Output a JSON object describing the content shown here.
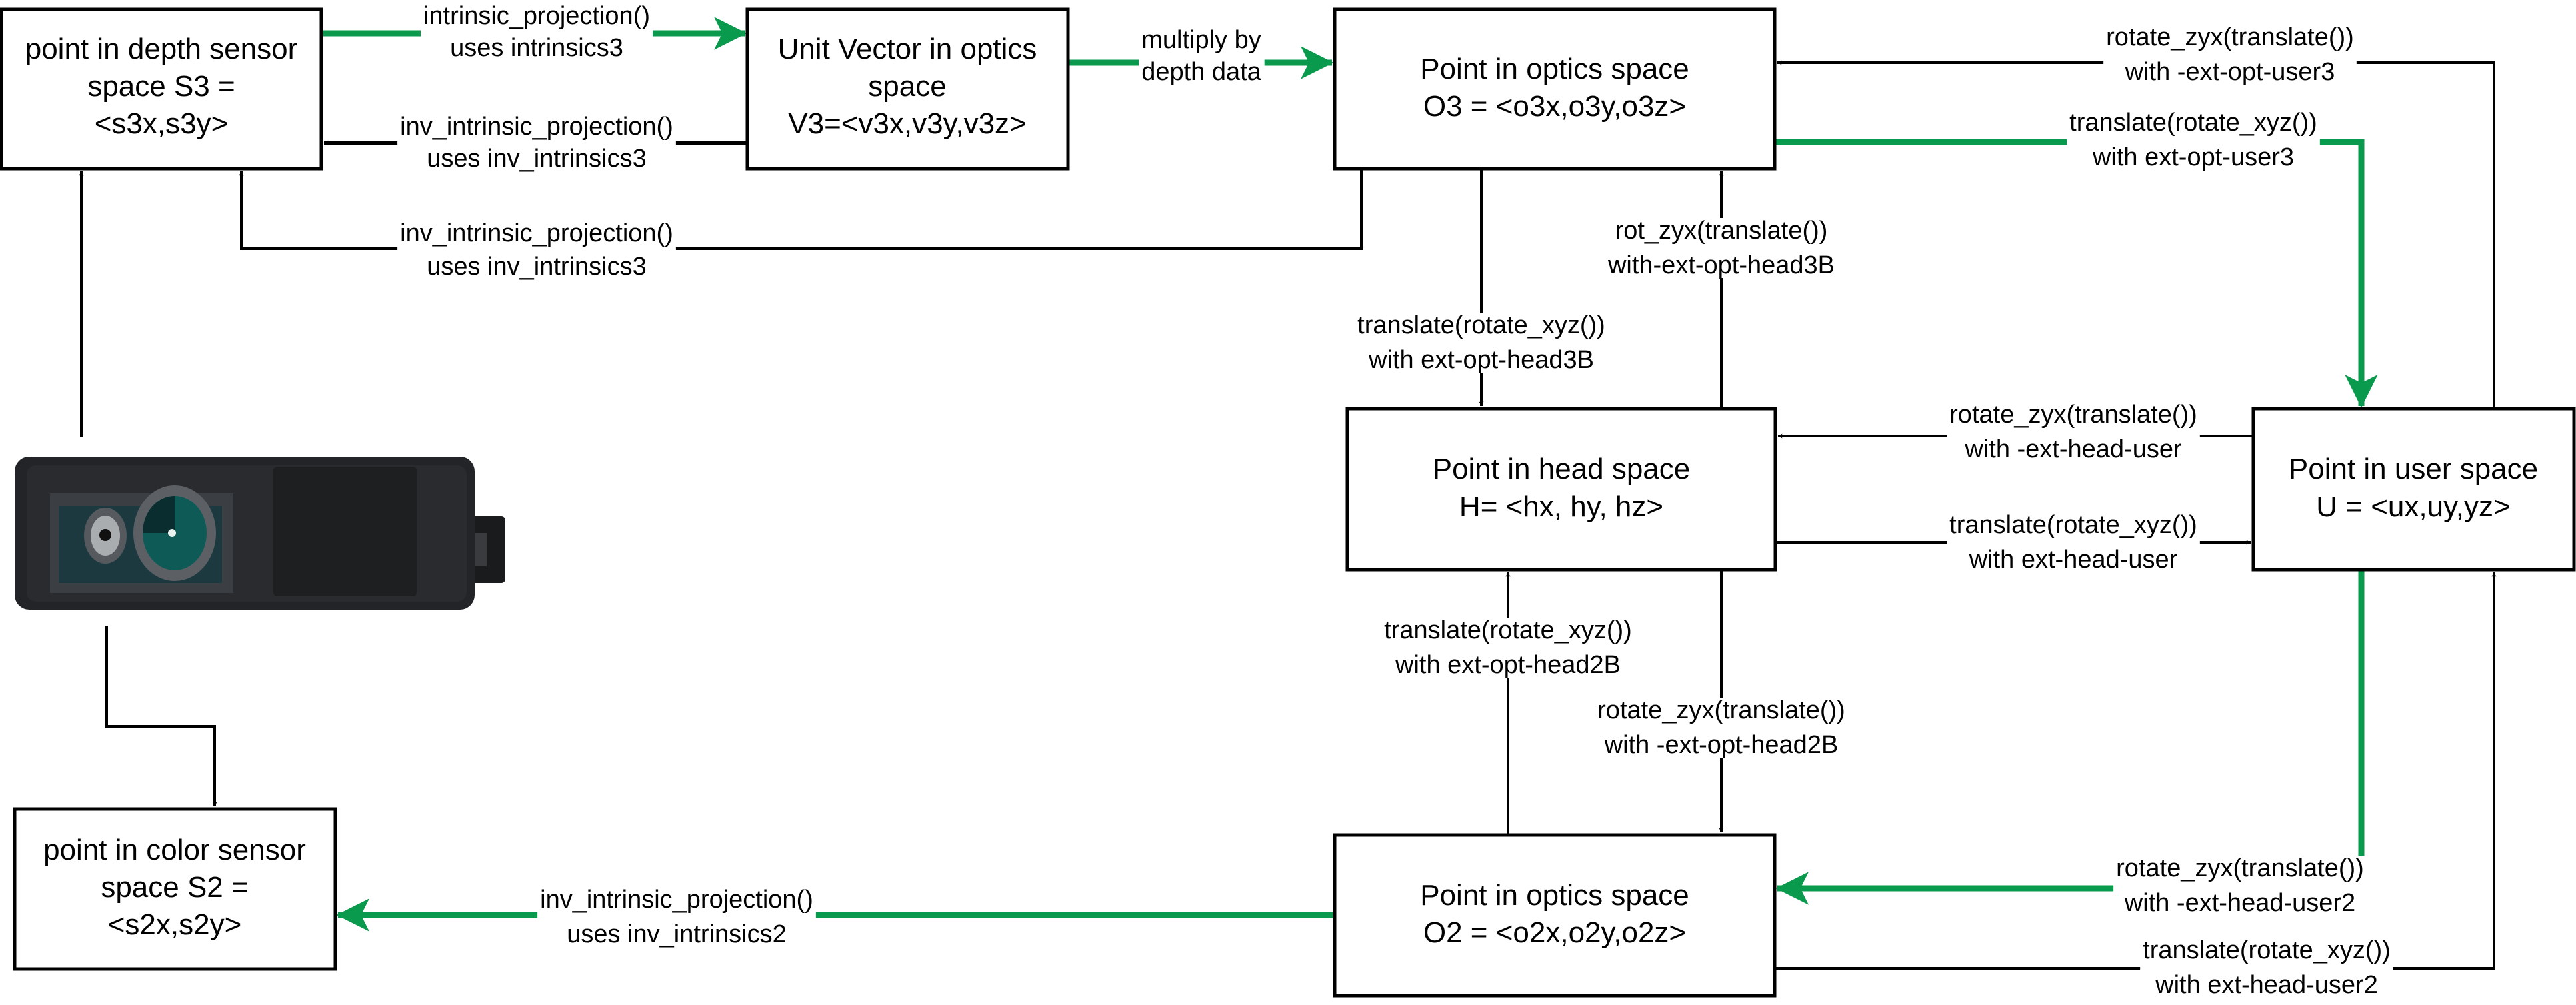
{
  "colors": {
    "green": "#0a9a4e",
    "black": "#000000",
    "box_fill": "#ffffff"
  },
  "nodes": {
    "s3": [
      "point in depth sensor",
      "space S3 =",
      "<s3x,s3y>"
    ],
    "v3": [
      "Unit Vector in optics",
      "space",
      "V3=<v3x,v3y,v3z>"
    ],
    "o3": [
      "Point in optics space",
      "O3 = <o3x,o3y,o3z>"
    ],
    "h": [
      "Point in head space",
      "H= <hx, hy, hz>"
    ],
    "u": [
      "Point in user space",
      "U = <ux,uy,yz>"
    ],
    "s2": [
      "point in color sensor",
      "space S2 =",
      "<s2x,s2y>"
    ],
    "o2": [
      "Point in optics space",
      "O2 = <o2x,o2y,o2z>"
    ]
  },
  "device": {
    "icon": "depth-camera-icon"
  },
  "edges": {
    "s3_to_v3": [
      "intrinsic_projection()",
      "uses intrinsics3"
    ],
    "v3_to_s3": [
      "inv_intrinsic_projection()",
      "uses inv_intrinsics3"
    ],
    "v3_to_o3": [
      "multiply by",
      "depth data"
    ],
    "o3_to_s3": [
      "inv_intrinsic_projection()",
      "uses inv_intrinsics3"
    ],
    "u_to_o3": [
      "rotate_zyx(translate())",
      "with -ext-opt-user3"
    ],
    "o3_to_u": [
      "translate(rotate_xyz())",
      "with ext-opt-user3"
    ],
    "o3_to_h": [
      "translate(rotate_xyz())",
      "with ext-opt-head3B"
    ],
    "h_to_o3": [
      "rot_zyx(translate())",
      "with-ext-opt-head3B"
    ],
    "u_to_h": [
      "rotate_zyx(translate())",
      "with -ext-head-user"
    ],
    "h_to_u": [
      "translate(rotate_xyz())",
      "with ext-head-user"
    ],
    "o2_to_h": [
      "translate(rotate_xyz())",
      "with ext-opt-head2B"
    ],
    "h_to_o2": [
      "rotate_zyx(translate())",
      "with -ext-opt-head2B"
    ],
    "u_to_o2": [
      "rotate_zyx(translate())",
      "with -ext-head-user2"
    ],
    "o2_to_u": [
      "translate(rotate_xyz())",
      "with ext-head-user2"
    ],
    "o2_to_s2": [
      "inv_intrinsic_projection()",
      "uses inv_intrinsics2"
    ]
  }
}
